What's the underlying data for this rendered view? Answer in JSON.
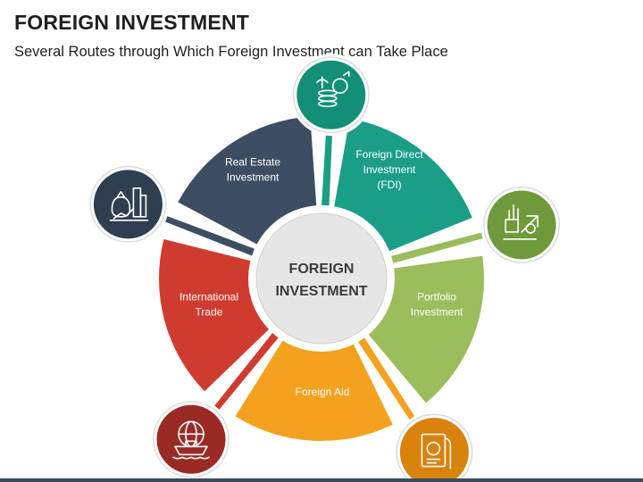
{
  "header": {
    "title": "FOREIGN INVESTMENT",
    "subtitle": "Several Routes through Which Foreign Investment can Take Place"
  },
  "center": {
    "line1": "FOREIGN",
    "line2": "INVESTMENT"
  },
  "segments": [
    {
      "id": "fdi",
      "lines": [
        "Foreign Direct",
        "Investment",
        "(FDI)"
      ],
      "color": "#1a9e86",
      "icon": "coins-dollar-icon"
    },
    {
      "id": "portfolio",
      "lines": [
        "Portfolio",
        "Investment"
      ],
      "color": "#9bbd5c",
      "icon": "portfolio-chart-icon"
    },
    {
      "id": "aid",
      "lines": [
        "Foreign Aid"
      ],
      "color": "#f3a11f",
      "icon": "document-seal-icon"
    },
    {
      "id": "trade",
      "lines": [
        "International",
        "Trade"
      ],
      "color": "#d03b30",
      "icon": "globe-ship-icon"
    },
    {
      "id": "realestate",
      "lines": [
        "Real Estate",
        "Investment"
      ],
      "color": "#3d4e63",
      "icon": "money-bag-building-icon"
    }
  ],
  "icon_colors": {
    "fdi": "#138f78",
    "portfolio": "#6f9a3b",
    "aid": "#d9820c",
    "trade": "#9c2a24",
    "realestate": "#2f3e51"
  }
}
